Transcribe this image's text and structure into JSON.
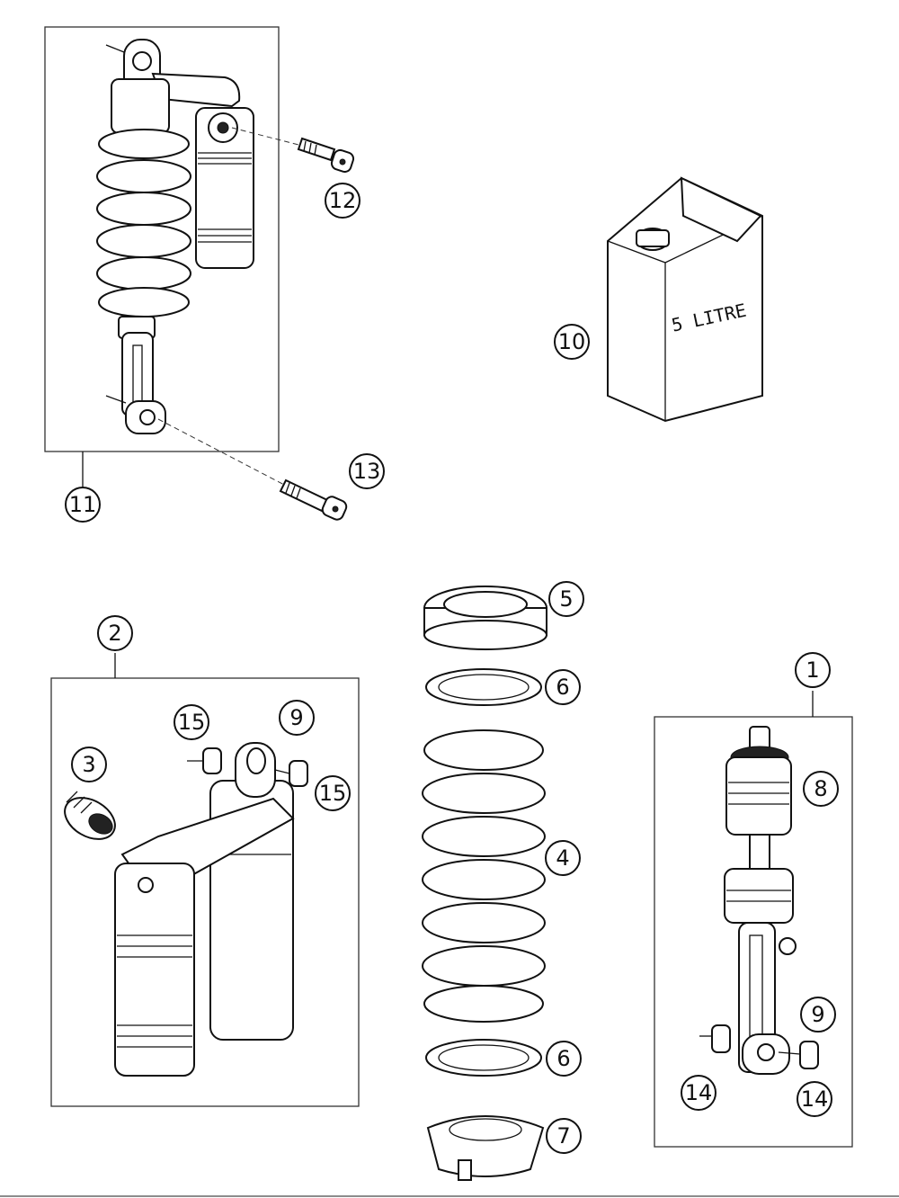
{
  "callouts": [
    {
      "number": "1"
    },
    {
      "number": "2"
    },
    {
      "number": "3"
    },
    {
      "number": "4"
    },
    {
      "number": "5"
    },
    {
      "number": "6"
    },
    {
      "number": "6"
    },
    {
      "number": "7"
    },
    {
      "number": "8"
    },
    {
      "number": "9"
    },
    {
      "number": "9"
    },
    {
      "number": "10"
    },
    {
      "number": "11"
    },
    {
      "number": "12"
    },
    {
      "number": "13"
    },
    {
      "number": "14"
    },
    {
      "number": "14"
    },
    {
      "number": "15"
    },
    {
      "number": "15"
    }
  ],
  "oil_can": {
    "label": "5 LITRE"
  },
  "colors": {
    "line": "#111111",
    "background": "#ffffff",
    "dark_fill": "#222222"
  }
}
